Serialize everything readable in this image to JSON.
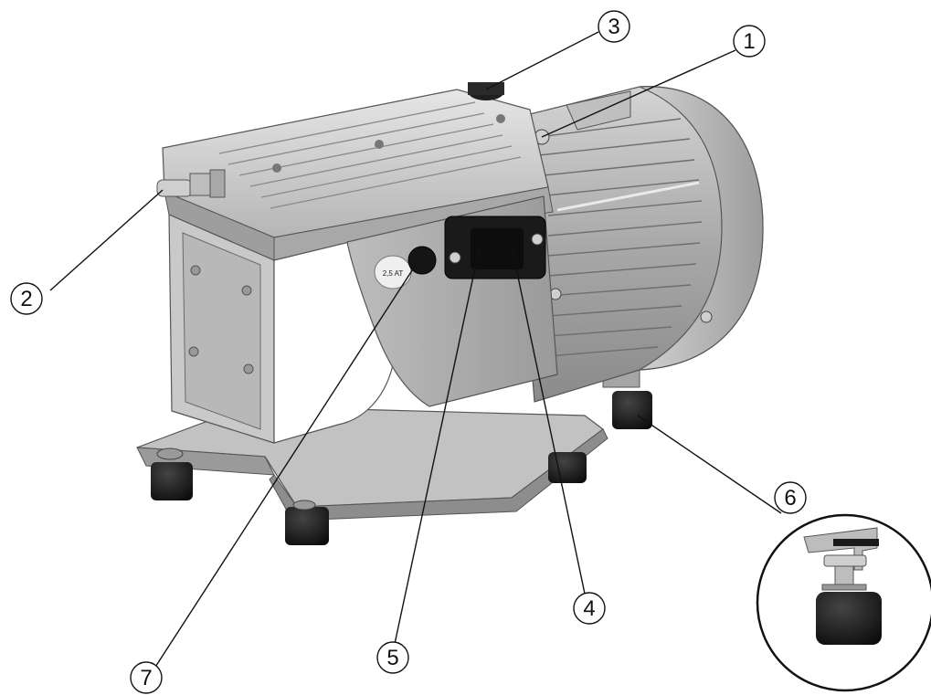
{
  "callouts": [
    {
      "id": "1",
      "label": "1"
    },
    {
      "id": "2",
      "label": "2"
    },
    {
      "id": "3",
      "label": "3"
    },
    {
      "id": "4",
      "label": "4"
    },
    {
      "id": "5",
      "label": "5"
    },
    {
      "id": "6",
      "label": "6"
    },
    {
      "id": "7",
      "label": "7"
    }
  ],
  "fuse_label": "2,5 AT",
  "colors": {
    "housing_light": "#d9d9d9",
    "housing_mid": "#b8b8b8",
    "housing_dark": "#8c8c8c",
    "feet": "#1a1a1a",
    "outline": "#3a3a3a"
  }
}
